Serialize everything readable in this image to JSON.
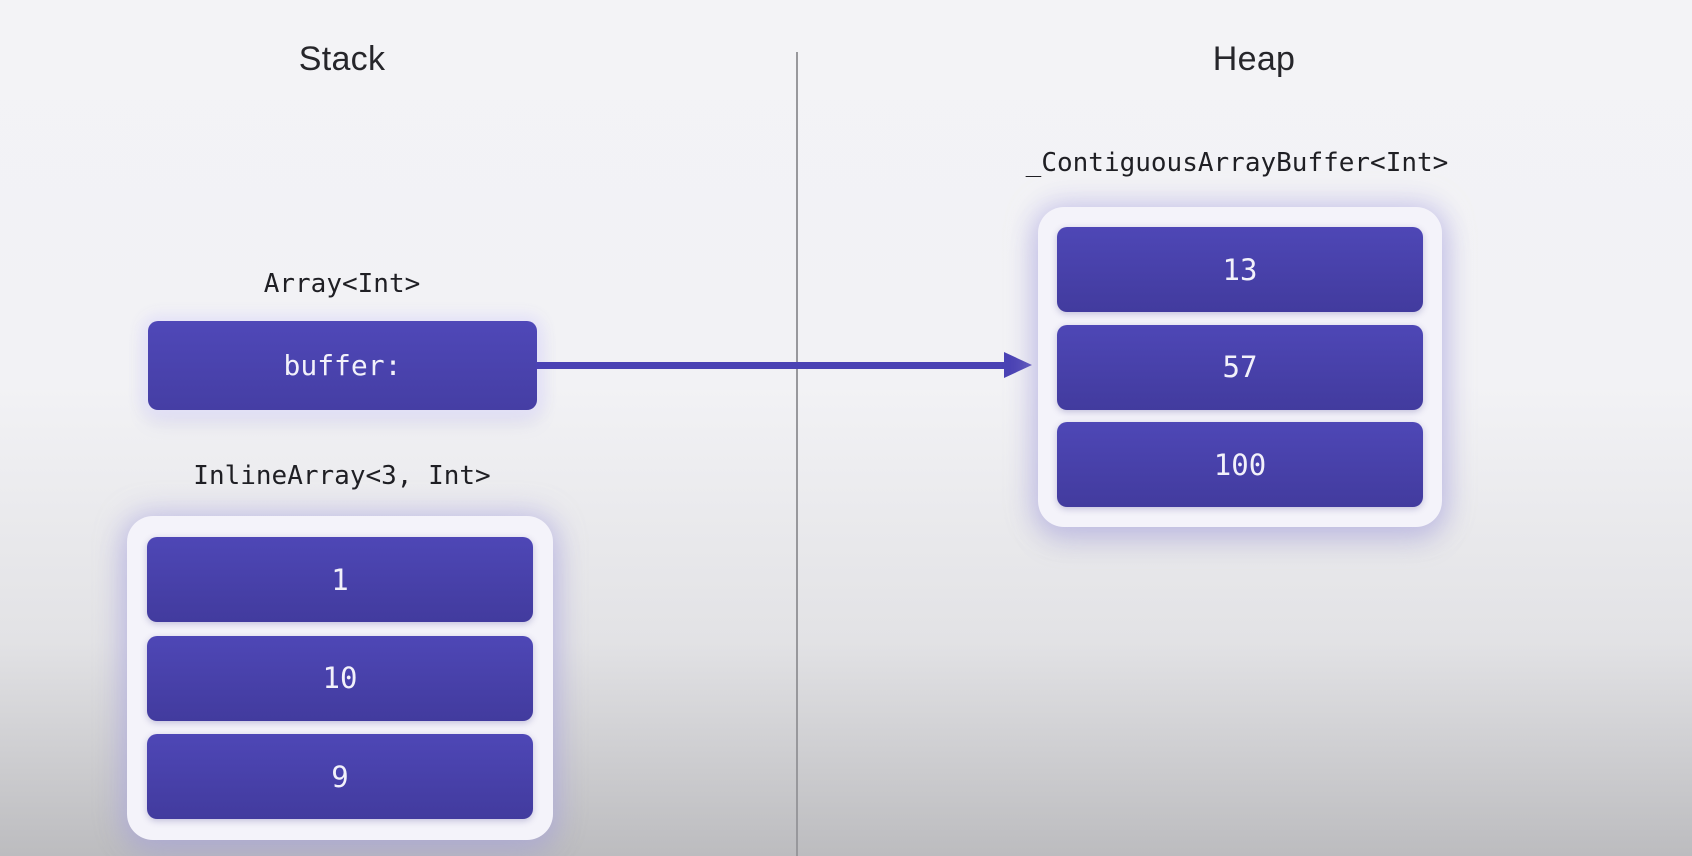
{
  "colors": {
    "accent": "#4a42b4",
    "cell_gradient_top": "#4e47b6",
    "cell_gradient_bottom": "#423b9e",
    "card_background": "#f4f3fa",
    "divider": "#98989c"
  },
  "stack": {
    "title": "Stack",
    "array": {
      "type_label": "Array<Int>",
      "field_label": "buffer:"
    },
    "inline_array": {
      "type_label": "InlineArray<3, Int>",
      "values": [
        "1",
        "10",
        "9"
      ]
    }
  },
  "heap": {
    "title": "Heap",
    "buffer": {
      "type_label": "_ContiguousArrayBuffer<Int>",
      "values": [
        "13",
        "57",
        "100"
      ]
    }
  }
}
